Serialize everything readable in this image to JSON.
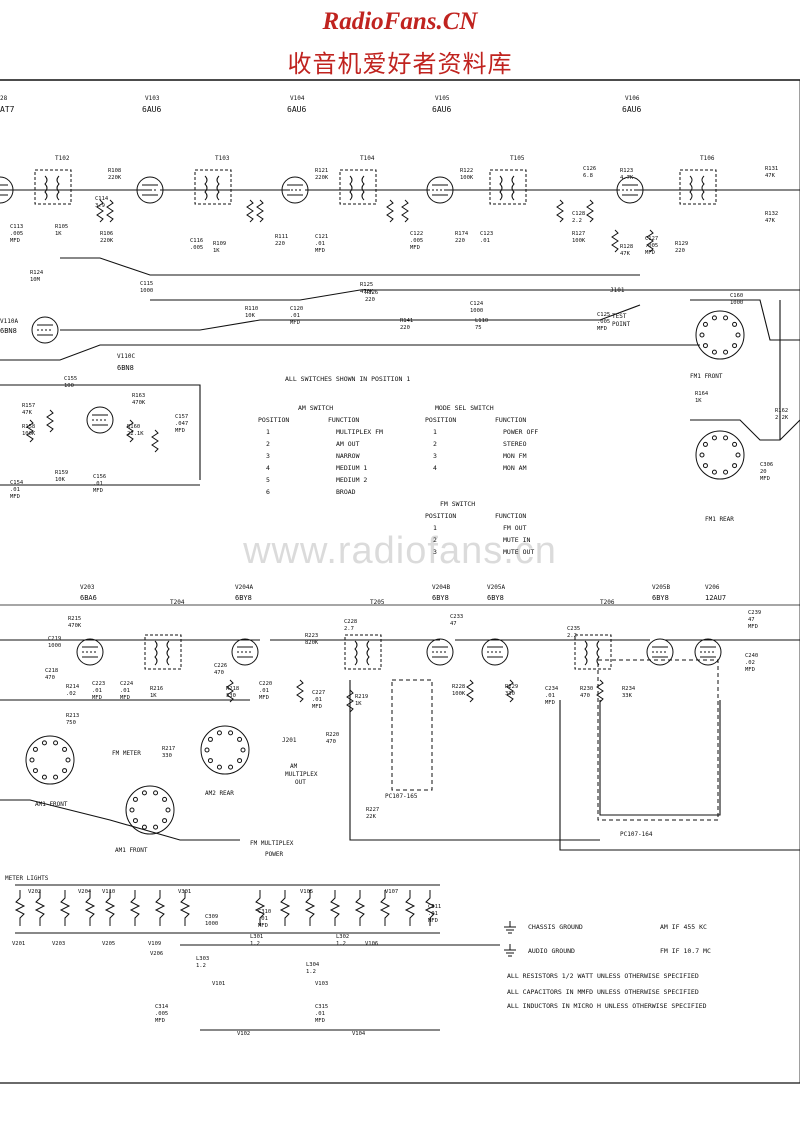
{
  "header": {
    "brand": "RadioFans.CN",
    "subtitle": "收音机爱好者资料库"
  },
  "watermark": "www.radiofans.cn",
  "tubes_top": [
    {
      "ref": "V103",
      "type": "6AU6"
    },
    {
      "ref": "V104",
      "type": "6AU6"
    },
    {
      "ref": "V105",
      "type": "6AU6"
    },
    {
      "ref": "V106",
      "type": "6AU6"
    }
  ],
  "tubes_left": [
    {
      "ref": "V110A",
      "type": "6BN8"
    },
    {
      "ref": "V110C",
      "type": "6BN8"
    }
  ],
  "tubes_bottom": [
    {
      "ref": "V203",
      "type": "6BA6"
    },
    {
      "ref": "V204A",
      "type": "6BY8"
    },
    {
      "ref": "V204B",
      "type": "6BY8"
    },
    {
      "ref": "V205A",
      "type": "6BY8"
    },
    {
      "ref": "V205B",
      "type": "6BY8"
    },
    {
      "ref": "V206",
      "type": "12AU7"
    }
  ],
  "transformers_top": [
    "T102",
    "T103",
    "T104",
    "T105",
    "T106"
  ],
  "transformers_bottom": [
    "T204",
    "T205",
    "T206"
  ],
  "switch_note": "ALL SWITCHES SHOWN IN POSITION 1",
  "am_switch": {
    "title": "AM SWITCH",
    "headers": [
      "POSITION",
      "FUNCTION"
    ],
    "rows": [
      [
        "1",
        "MULTIPLEX FM"
      ],
      [
        "2",
        "AM OUT"
      ],
      [
        "3",
        "NARROW"
      ],
      [
        "4",
        "MEDIUM 1"
      ],
      [
        "5",
        "MEDIUM 2"
      ],
      [
        "6",
        "BROAD"
      ]
    ]
  },
  "mode_switch": {
    "title": "MODE SEL SWITCH",
    "headers": [
      "POSITION",
      "FUNCTION"
    ],
    "rows": [
      [
        "1",
        "POWER OFF"
      ],
      [
        "2",
        "STEREO"
      ],
      [
        "3",
        "MON FM"
      ],
      [
        "4",
        "MON AM"
      ]
    ]
  },
  "fm_switch": {
    "title": "FM SWITCH",
    "headers": [
      "POSITION",
      "FUNCTION"
    ],
    "rows": [
      [
        "1",
        "FM OUT"
      ],
      [
        "2",
        "MUTE IN"
      ],
      [
        "3",
        "MUTE OUT"
      ]
    ]
  },
  "labels": {
    "test_point": "TEST POINT",
    "fm1_front": "FM1 FRONT",
    "fm1_rear": "FM1 REAR",
    "am1_front": "AM1 FRONT",
    "am2_rear": "AM2 REAR",
    "am1_front_2": "AM1 FRONT",
    "fm_meter": "FM METER",
    "am_multiplex_out": "AM MULTIPLEX OUT",
    "fm_multiplex_power": "FM MULTIPLEX POWER",
    "meter_lights": "METER LIGHTS",
    "pc107_165": "PC107-165",
    "pc107_164": "PC107-164",
    "j201": "J201",
    "j101": "J101"
  },
  "components": [
    "C113 .005 MFD",
    "R105 1K",
    "C114 3.9",
    "R108 220K",
    "R106 220K",
    "C116 .005",
    "R109 1K",
    "R121 220K",
    "R111 220",
    "C121 .01 MFD",
    "R122 100K",
    "C122 .005 MFD",
    "R174 220",
    "C123 .01",
    "C126 6.8",
    "C128 2.2",
    "R127 100K",
    "R123 4.7K",
    "C127 .005 MFD",
    "R128 47K",
    "R129 220",
    "R124 10M",
    "C115 1000",
    "R110 10K",
    "C120 .01 MFD",
    "R125 470K",
    "R126 220",
    "C124 1000",
    "R141 220",
    "L110 75",
    "C125 .005 MFD",
    "C155 100",
    "R163 470K",
    "C157 .047 MFD",
    "R157 47K",
    "R158 100K",
    "R160 22.1K",
    "R159 10K",
    "C154 .01 MFD",
    "C156 .01 MFD",
    "R131 47K",
    "R132 47K",
    "R162 2.2K",
    "C160 1000",
    "R164 1K",
    "C306 20 MFD",
    "R215 470K",
    "C219 1000",
    "C218 470",
    "C223 .01 MFD",
    "C224 .01 MFD",
    "R214 .02",
    "R213 750",
    "R216 1K",
    "R217 330",
    "C226 470",
    "R218 330",
    "C220 .01 MFD",
    "C227 .01 MFD",
    "C228 2.7",
    "R223 820K",
    "R219 1K",
    "R220 470",
    "C233 47",
    "R228 100K",
    "R229 330",
    "C234 .01 MFD",
    "C235 2.2",
    "R230 470",
    "R234 33K",
    "C239 47 MFD",
    "C240 .02 MFD",
    "R227 22K",
    "C309 1000",
    "C310 .01 MFD",
    "C311 .01 MFD",
    "L301 1.2",
    "L302 1.2",
    "L303 1.2",
    "L304 1.2",
    "C314 .005 MFD",
    "C315 .01 MFD"
  ],
  "legend": {
    "chassis_ground": "CHASSIS GROUND",
    "audio_ground": "AUDIO GROUND",
    "am_if": "AM IF 455 KC",
    "fm_if": "FM IF 10.7 MC"
  },
  "notes": [
    "ALL RESISTORS 1/2 WATT UNLESS OTHERWISE SPECIFIED",
    "ALL CAPACITORS IN MMFD UNLESS OTHERWISE SPECIFIED",
    "ALL INDUCTORS IN MICRO H UNLESS OTHERWISE SPECIFIED"
  ],
  "heater_tubes": [
    "V202",
    "V204",
    "V110",
    "V301",
    "V105",
    "V107",
    "V201",
    "V203",
    "V205",
    "V109",
    "V206",
    "V106",
    "V101",
    "V102",
    "V103",
    "V104"
  ]
}
